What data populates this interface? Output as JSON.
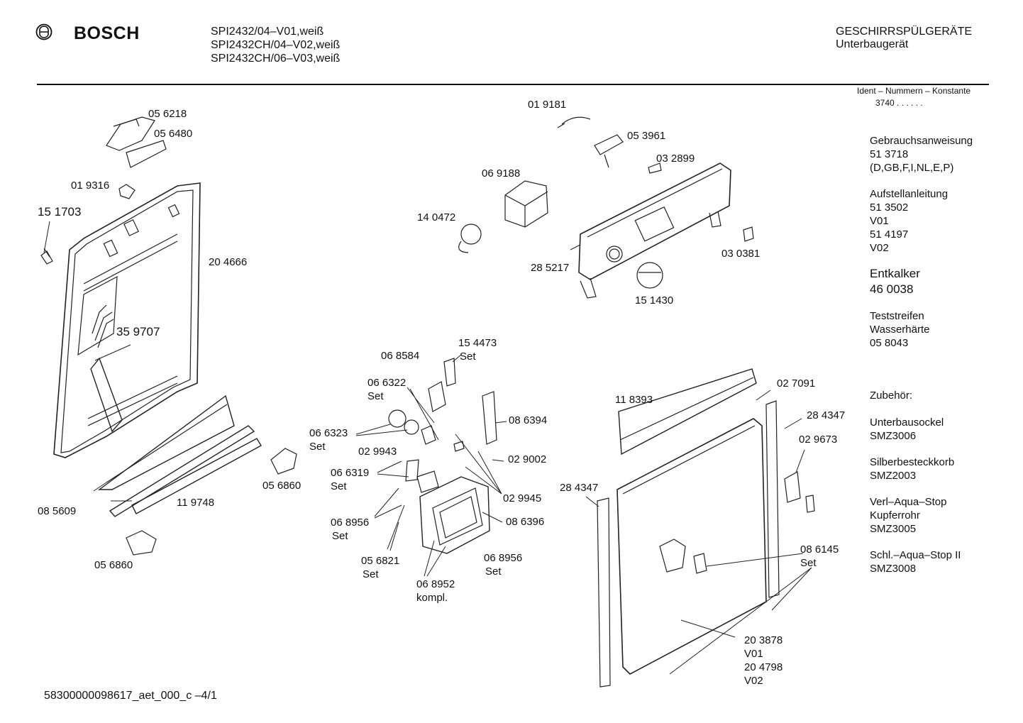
{
  "header": {
    "brand": "BOSCH",
    "models": [
      "SPI2432/04–V01,weiß",
      "SPI2432CH/04–V02,weiß",
      "SPI2432CH/06–V03,weiß"
    ],
    "category": "GESCHIRRSPÜLGERÄTE",
    "subcategory": "Unterbaugerät",
    "ident_label": "Ident – Nummern – Konstante",
    "ident_value": "3740 . . . . . ."
  },
  "sidebar": {
    "manual_title": "Gebrauchsanweisung",
    "manual_no": "51 3718",
    "manual_langs": "(D,GB,F,I,NL,E,P)",
    "install_title": "Aufstellanleitung",
    "install_no1": "51 3502",
    "install_var1": "V01",
    "install_no2": "51 4197",
    "install_var2": "V02",
    "descaler_title": "Entkalker",
    "descaler_no": "46 0038",
    "strips_title1": "Teststreifen",
    "strips_title2": "Wasserhärte",
    "strips_no": "05 8043",
    "accessories_title": "Zubehör:",
    "acc1_name": "Unterbausockel",
    "acc1_no": "SMZ3006",
    "acc2_name": "Silberbesteckkorb",
    "acc2_no": "SMZ2003",
    "acc3_name1": "Verl–Aqua–Stop",
    "acc3_name2": "Kupferrohr",
    "acc3_no": "SMZ3005",
    "acc4_name": "Schl.–Aqua–Stop II",
    "acc4_no": "SMZ3008"
  },
  "parts": {
    "p056218": "05 6218",
    "p056480": "05 6480",
    "p019316": "01 9316",
    "p151703": "15 1703",
    "p204666": "20 4666",
    "p359707": "35 9707",
    "p056860a": "05 6860",
    "p056860b": "05 6860",
    "p119748": "11 9748",
    "p085609": "08 5609",
    "p019181": "01 9181",
    "p053961": "05 3961",
    "p032899": "03 2899",
    "p069188": "06 9188",
    "p140472": "14 0472",
    "p285217": "28 5217",
    "p151430": "15 1430",
    "p030381": "03 0381",
    "p154473": "15 4473",
    "p154473set": "Set",
    "p068584": "06 8584",
    "p066322": "06 6322",
    "p066322set": "Set",
    "p066323": "06 6323",
    "p066323set": "Set",
    "p029943": "02 9943",
    "p066319": "06 6319",
    "p066319set": "Set",
    "p068956a": "06 8956",
    "p068956aset": "Set",
    "p056821": "05 6821",
    "p056821set": "Set",
    "p068952": "06 8952",
    "p068952k": "kompl.",
    "p068956b": "06 8956",
    "p068956bset": "Set",
    "p086394": "08 6394",
    "p029002": "02 9002",
    "p029945": "02 9945",
    "p086396": "08 6396",
    "p118393": "11 8393",
    "p027091": "02 7091",
    "p284347a": "28 4347",
    "p284347b": "28 4347",
    "p029673": "02 9673",
    "p086145": "08 6145",
    "p086145set": "Set",
    "p203878": "20 3878",
    "p203878v": "V01",
    "p204798": "20 4798",
    "p204798v": "V02"
  },
  "footer": {
    "doc_id": "58300000098617_aet_000_c  –4/1"
  }
}
